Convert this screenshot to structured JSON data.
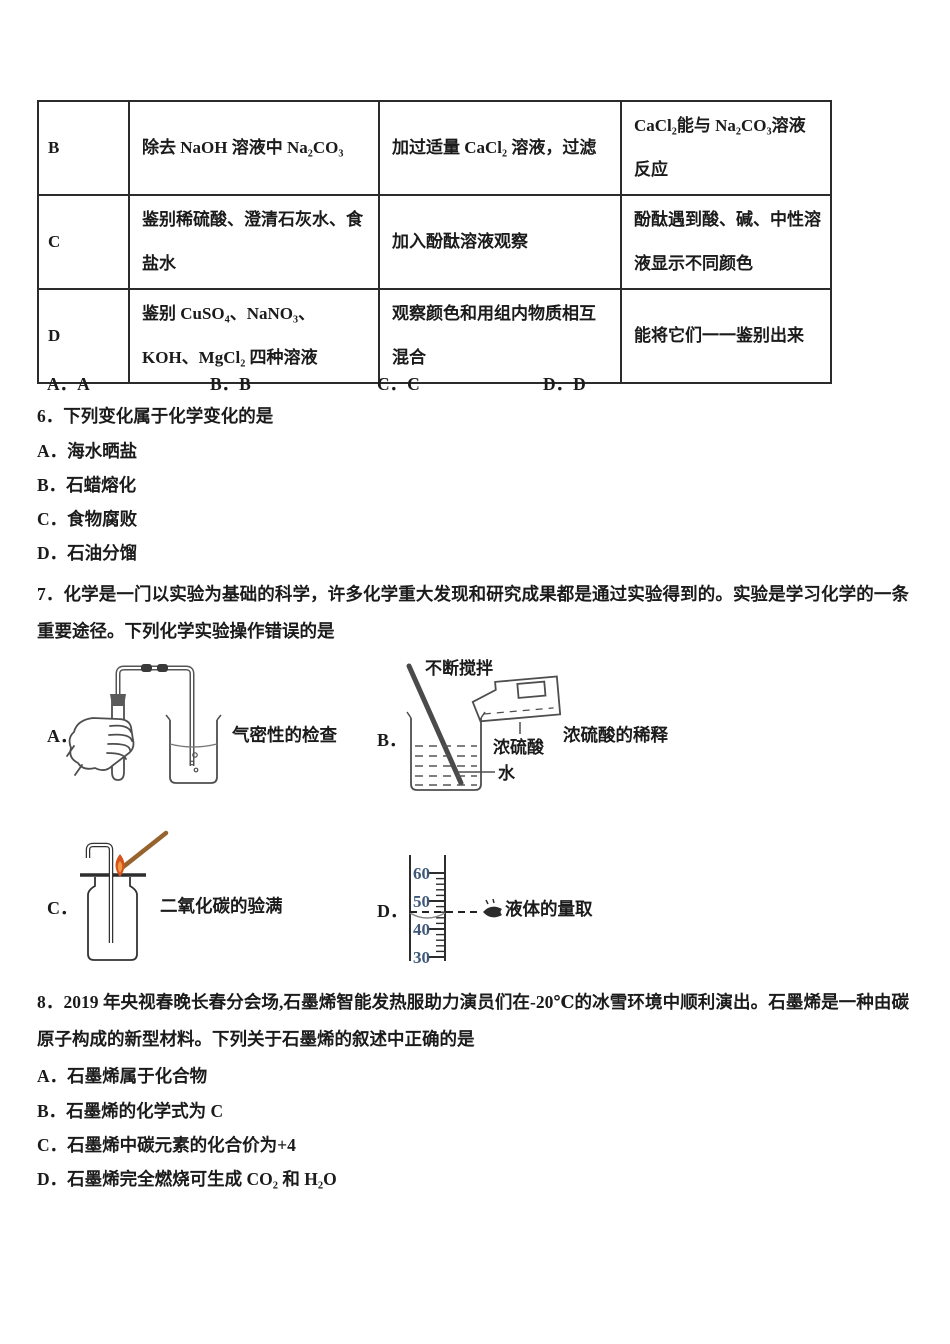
{
  "colors": {
    "text": "#1b1b1b",
    "table_border": "#2b2b2b",
    "splint_wood": "#96632e",
    "flame_outer": "#d6521d",
    "flame_inner": "#f29a42",
    "scale_numbers": "#3f5878"
  },
  "table": {
    "rows": [
      {
        "option": "B",
        "task": "除去 NaOH 溶液中 Na₂CO₃",
        "method": "加过适量 CaCl₂ 溶液，过滤",
        "principle": "CaCl₂能与 Na₂CO₃溶液反应"
      },
      {
        "option": "C",
        "task": "鉴别稀硫酸、澄清石灰水、食盐水",
        "method": "加入酚酞溶液观察",
        "principle": "酚酞遇到酸、碱、中性溶液显示不同颜色"
      },
      {
        "option": "D",
        "task": "鉴别 CuSO₄、NaNO₃、KOH、MgCl₂ 四种溶液",
        "method": "观察颜色和用组内物质相互混合",
        "principle": "能将它们一一鉴别出来"
      }
    ],
    "answers": [
      "A．A",
      "B．B",
      "C．C",
      "D．D"
    ]
  },
  "q6": {
    "stem": "6．下列变化属于化学变化的是",
    "options": [
      "A．海水晒盐",
      "B．石蜡熔化",
      "C．食物腐败",
      "D．石油分馏"
    ]
  },
  "q7": {
    "stem": "7．化学是一门以实验为基础的科学，许多化学重大发现和研究成果都是通过实验得到的。实验是学习化学的一条重要途径。下列化学实验操作错误的是",
    "options": [
      {
        "letter": "A．",
        "caption": "气密性的检查"
      },
      {
        "letter": "B．",
        "caption": "浓硫酸的稀释",
        "label_stir": "不断搅拌",
        "label_acid": "浓硫酸",
        "label_water": "水"
      },
      {
        "letter": "C．",
        "caption": "二氧化碳的验满"
      },
      {
        "letter": "D．",
        "caption": "液体的量取",
        "scale_marks": [
          "60",
          "50",
          "40",
          "30"
        ]
      }
    ]
  },
  "q8": {
    "stem": "8．2019 年央视春晚长春分会场,石墨烯智能发热服助力演员们在-20℃的冰雪环境中顺利演出。石墨烯是一种由碳原子构成的新型材料。下列关于石墨烯的叙述中正确的是",
    "options": [
      "A．石墨烯属于化合物",
      "B．石墨烯的化学式为 C",
      "C．石墨烯中碳元素的化合价为+4",
      "D．石墨烯完全燃烧可生成 CO₂ 和 H₂O"
    ]
  }
}
